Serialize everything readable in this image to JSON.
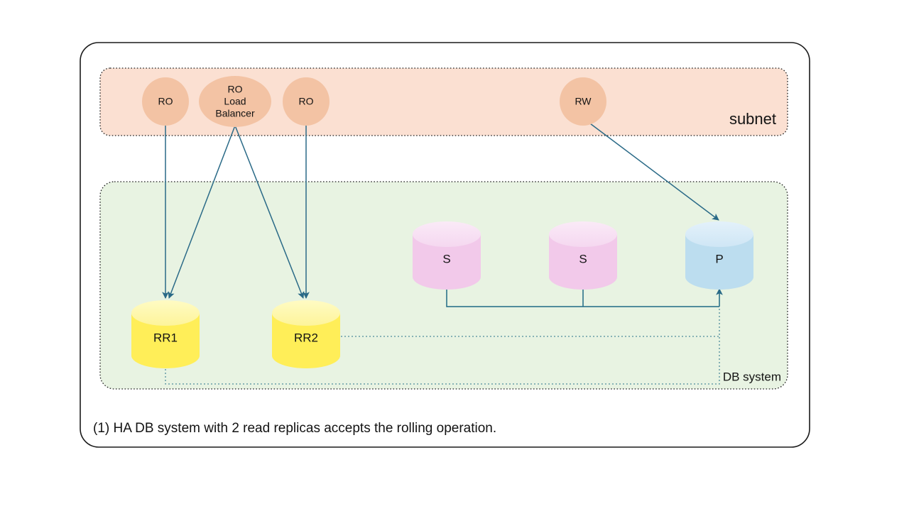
{
  "figure": {
    "caption": "(1) HA DB system with 2 read replicas accepts the rolling operation."
  },
  "zones": [
    {
      "id": "subnet",
      "label": "subnet",
      "fill": "#fbe0d2",
      "stroke": "#1f1f1f",
      "border_style": "dotted"
    },
    {
      "id": "db-system",
      "label": "DB system",
      "fill": "#e8f3e2",
      "stroke": "#1f1f1f",
      "border_style": "dotted"
    }
  ],
  "nodes": {
    "ro_left": {
      "label": "RO",
      "type": "ellipse",
      "fill": "#f3c3a4"
    },
    "ro_loadbalancer": {
      "label": "RO\nLoad\nBalancer",
      "line1": "RO",
      "line2": "Load",
      "line3": "Balancer",
      "type": "ellipse",
      "fill": "#f3c3a4"
    },
    "ro_right": {
      "label": "RO",
      "type": "ellipse",
      "fill": "#f3c3a4"
    },
    "rw": {
      "label": "RW",
      "type": "ellipse",
      "fill": "#f3c3a4"
    },
    "rr1": {
      "label": "RR1",
      "type": "cylinder",
      "fill": "#ffee58",
      "top_fill": "#fdf7a4"
    },
    "rr2": {
      "label": "RR2",
      "type": "cylinder",
      "fill": "#ffee58",
      "top_fill": "#fdf7a4"
    },
    "s1": {
      "label": "S",
      "type": "cylinder",
      "fill": "#f2c9ea",
      "top_fill": "#f8e2f3"
    },
    "s2": {
      "label": "S",
      "type": "cylinder",
      "fill": "#f2c9ea",
      "top_fill": "#f8e2f3"
    },
    "p": {
      "label": "P",
      "type": "cylinder",
      "fill": "#bcddef",
      "top_fill": "#dcecf8"
    }
  },
  "edges": [
    {
      "from": "ro_left",
      "to": "rr1",
      "style": "solid",
      "arrow": true
    },
    {
      "from": "ro_loadbalancer",
      "to": "rr1",
      "style": "solid",
      "arrow": true
    },
    {
      "from": "ro_loadbalancer",
      "to": "rr2",
      "style": "solid",
      "arrow": true
    },
    {
      "from": "ro_right",
      "to": "rr2",
      "style": "solid",
      "arrow": true
    },
    {
      "from": "rw",
      "to": "p",
      "style": "solid",
      "arrow": true
    },
    {
      "from": "s1",
      "to": "p",
      "style": "solid",
      "arrow": true
    },
    {
      "from": "s2",
      "to": "p",
      "style": "solid",
      "arrow": true
    },
    {
      "from": "rr1",
      "to": "p",
      "style": "dotted",
      "arrow": false
    },
    {
      "from": "rr2",
      "to": "p",
      "style": "dotted",
      "arrow": false
    }
  ],
  "colors": {
    "outer_border": "#1a1a1a",
    "edge_solid": "#2a6a87",
    "edge_dotted": "#4f8d9c",
    "canvas": "#ffffff",
    "text": "#131313"
  }
}
